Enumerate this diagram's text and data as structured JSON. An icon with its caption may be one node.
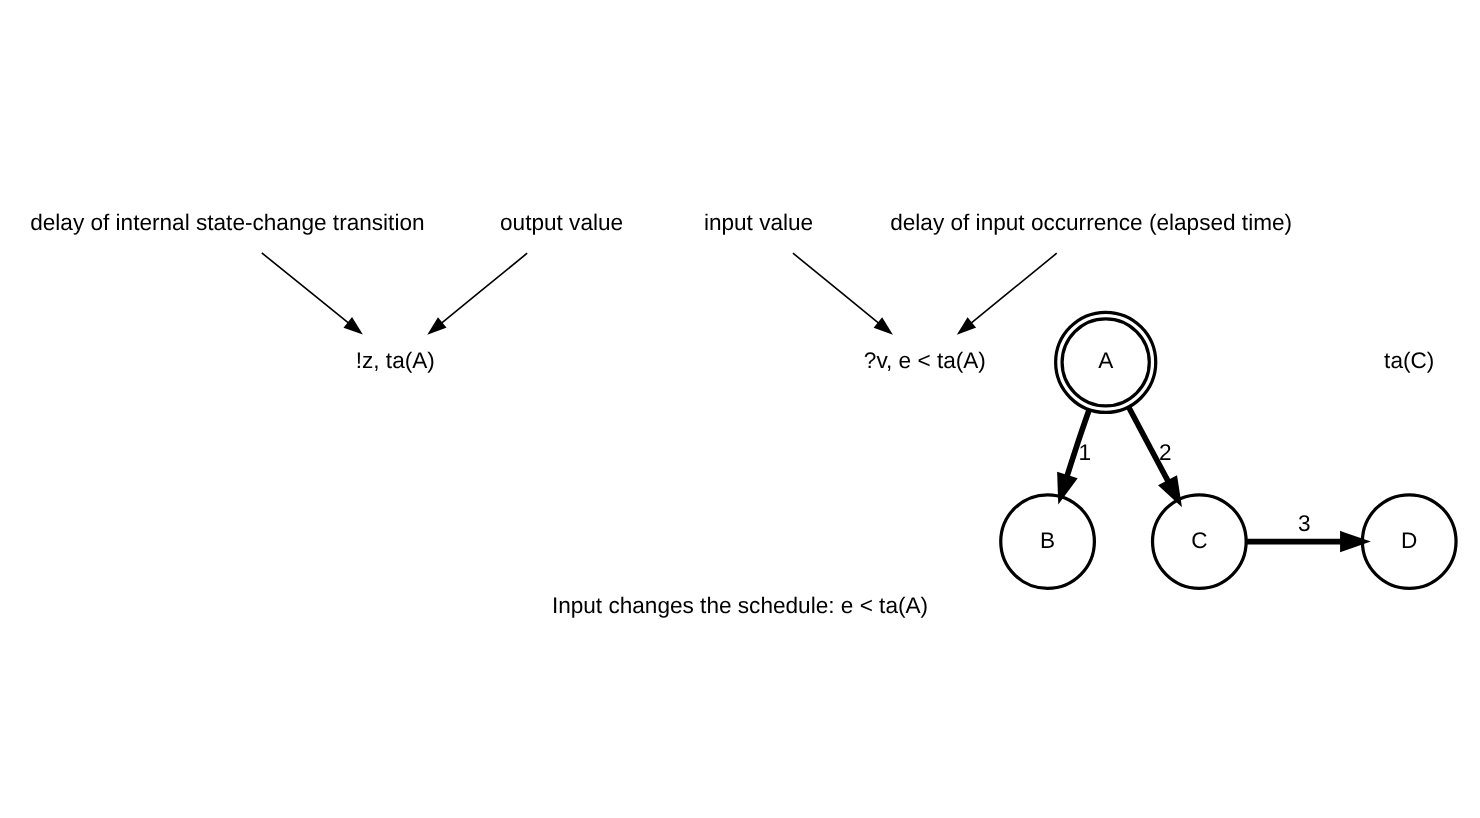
{
  "diagram": {
    "caption": "Input changes the schedule: e < ta(A)",
    "nodes": [
      {
        "text": [
          "delay of internal state-change transition"
        ]
      },
      {
        "text": [
          "input value"
        ]
      },
      {
        "text": [
          "A"
        ]
      },
      {
        "text": [
          "delay of input occurrence (elapsed time)"
        ]
      },
      {
        "text": [
          "!z, ta(A)"
        ]
      },
      {
        "text": [
          "?v, e < ta(A)"
        ]
      },
      {
        "text": [
          "output value"
        ]
      },
      {
        "text": [
          "B"
        ]
      },
      {
        "text": [
          "C"
        ]
      },
      {
        "text": [
          "D"
        ]
      }
    ],
    "edges": [
      {
        "from": 2,
        "to": 7,
        "arrow": "to",
        "label": "1",
        "style": "thick"
      },
      {
        "from": 2,
        "to": 8,
        "arrow": "to",
        "label": "2",
        "style": "thick"
      },
      {
        "from": 8,
        "to": 9,
        "arrow": "to",
        "label": "3",
        "style": "thick"
      },
      {
        "from": 0,
        "to": 4,
        "arrow": "to"
      },
      {
        "from": 6,
        "to": 4,
        "arrow": "to"
      },
      {
        "from": 1,
        "to": 5,
        "arrow": "to"
      },
      {
        "from": 3,
        "to": 5,
        "arrow": "to"
      }
    ],
    "labels": [
      "ta(C)"
    ]
  }
}
